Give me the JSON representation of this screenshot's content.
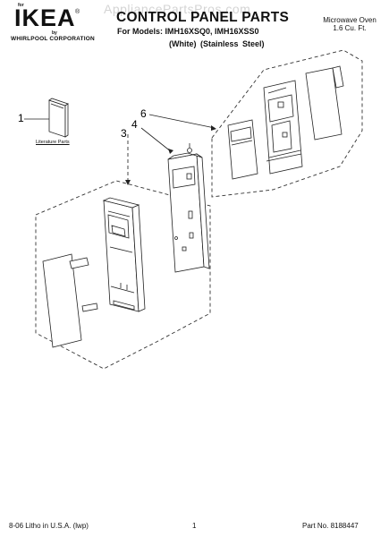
{
  "brand": {
    "for_text": "for",
    "name": "IKEA",
    "registered": "®",
    "by_text": "by",
    "corporation": "WHIRLPOOL CORPORATION"
  },
  "watermark": "AppliancePartsPros.com",
  "header": {
    "title": "CONTROL PANEL PARTS",
    "models_line": "For Models: IMH16XSQ0, IMH16XSS0",
    "finish_line": "(White) (Stainless Steel)",
    "product_name": "Microwave Oven",
    "product_capacity": "1.6 Cu. Ft."
  },
  "callouts": {
    "c1": "1",
    "c3": "3",
    "c4": "4",
    "c6": "6"
  },
  "literature_label": "Literature Parts",
  "footer": {
    "print_info": "8-06 Litho in U.S.A. (lwp)",
    "page_number": "1",
    "part_number": "Part No. 8188447"
  }
}
